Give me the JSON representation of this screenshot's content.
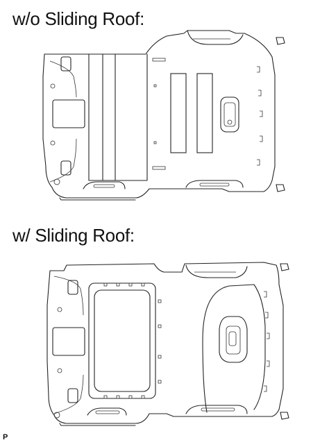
{
  "labels": {
    "without_sliding_roof": "w/o Sliding Roof:",
    "with_sliding_roof": "w/ Sliding Roof:",
    "diagram_code": "P"
  },
  "colors": {
    "line": "#222222",
    "background": "#ffffff"
  }
}
